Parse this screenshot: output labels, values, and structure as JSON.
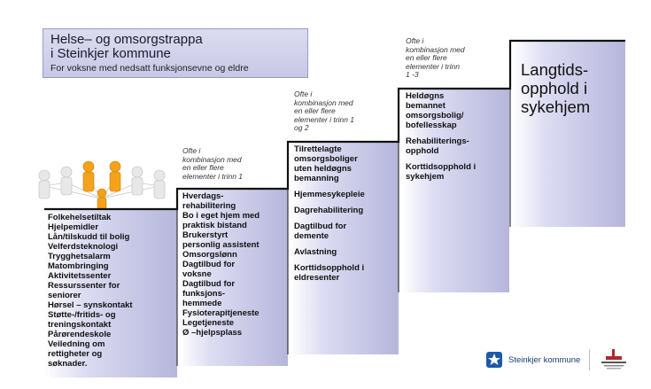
{
  "title": {
    "line1": "Helse– og omsorgstrappa",
    "line2": "i Steinkjer kommune",
    "subtitle": "For voksne med nedsatt funksjonsevne og eldre"
  },
  "notes": {
    "step2": [
      "Ofte i",
      "kombinasjon med",
      "en eller flere",
      "elementer i trinn 1"
    ],
    "step3": [
      "Ofte i",
      "kombinasjon med",
      "en eller flere",
      "elementer i trinn 1",
      "og 2"
    ],
    "step4": [
      "Ofte i",
      "kombinasjon med",
      "en eller flere",
      "elementer i trinn",
      "1 -3"
    ]
  },
  "steps": {
    "step1": [
      "Folkehelsetiltak",
      "Hjelpemidler",
      "Lån/tilskudd til bolig",
      "Velferdsteknologi",
      "Trygghetsalarm",
      "Matombringing",
      "Aktivitetssenter",
      "Ressurssenter for",
      "seniorer",
      "Hørsel – synskontakt",
      "Støtte-/fritids- og",
      "treningskontakt",
      "Pårørendeskole",
      "Veiledning om",
      "rettigheter og",
      "søknader."
    ],
    "step2": [
      "Hverdags-",
      "rehabilitering",
      "Bo i eget hjem med",
      "praktisk bistand",
      "Brukerstyrt",
      "personlig assistent",
      "Omsorgslønn",
      "Dagtilbud for",
      "voksne",
      "Dagtilbud for",
      "funksjons-",
      "hemmede",
      "Fysioterapitjeneste",
      "Legetjeneste",
      "Ø –hjelpsplass"
    ],
    "step3": {
      "item1": [
        "Tilrettelagte",
        "omsorgsboliger",
        "uten heldøgns",
        "bemanning"
      ],
      "item2": [
        "Hjemmesykepleie"
      ],
      "item3": [
        "Dagrehabilitering"
      ],
      "item4": [
        "Dagtilbud for",
        "demente"
      ],
      "item5": [
        "Avlastning"
      ],
      "item6": [
        "Korttidsopphold i",
        "eldresenter"
      ]
    },
    "step4": {
      "item1": [
        "Heldøgns",
        "bemannet",
        "omsorgsbolig/",
        "bofellesskap"
      ],
      "item2": [
        "Rehabiliterings-",
        "opphold"
      ],
      "item3": [
        "Korttidsopphold i",
        "sykehjem"
      ]
    },
    "step5": [
      "Langtids-",
      "opphold i",
      "sykehjem"
    ]
  },
  "logo": {
    "name": "Steinkjer kommune"
  },
  "colors": {
    "stair_line": "#111111",
    "box_gradient_end": "#b6b6dc",
    "logo_blue": "#1a5aa8"
  }
}
